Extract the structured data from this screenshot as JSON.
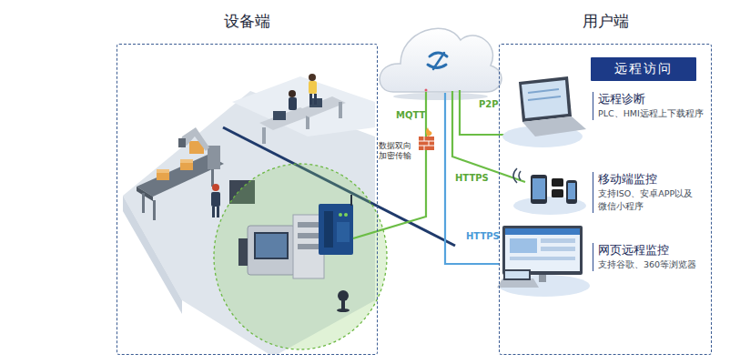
{
  "diagram": {
    "nodes": [
      {
        "text": [
          "设备端"
        ]
      },
      {
        "text": [
          "用户端"
        ]
      },
      {
        "text": [
          "远程访问"
        ],
        "in": 1
      },
      {
        "text": [
          "远程诊断",
          "PLC、HMI远程上下载程序"
        ],
        "in": 1
      },
      {
        "text": [
          "移动端监控",
          "支持ISO、安卓APP以及 微信小程序"
        ],
        "in": 1
      },
      {
        "text": [
          "网页远程监控",
          "支持谷歌、360等浏览器"
        ],
        "in": 1
      }
    ],
    "labels": [
      "MQTT",
      "数据双向 加密传输",
      "P2P",
      "HTTPS",
      "HTTPS"
    ]
  }
}
